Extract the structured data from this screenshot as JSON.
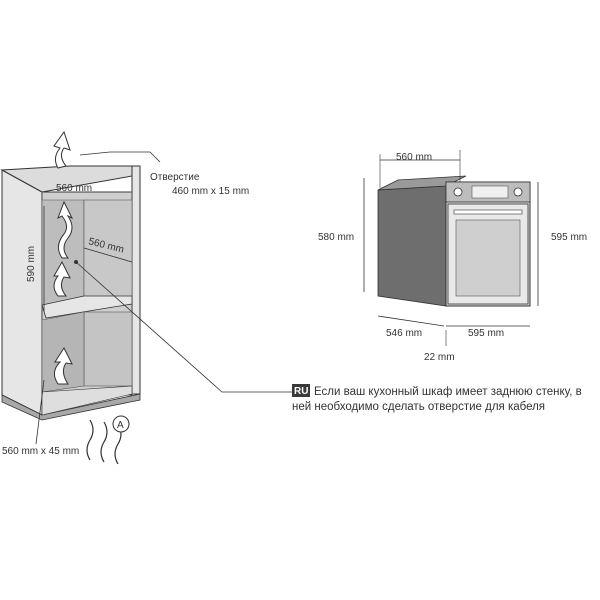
{
  "cabinet": {
    "vent_top_label_line1": "Отверстие",
    "vent_top_label_line2": "460 mm x 15 mm",
    "width_label": "560 mm",
    "depth_label": "560 mm",
    "niche_height_label": "590 mm",
    "vent_bottom_label": "560 mm x 45 mm",
    "callout_letter": "A"
  },
  "oven": {
    "depth_top_label": "560 mm",
    "height_left_label": "580 mm",
    "height_right_label": "595 mm",
    "depth_bottom_label": "546 mm",
    "width_label": "595 mm",
    "door_label": "22 mm"
  },
  "note": {
    "lang_badge": "RU",
    "line1": "Если ваш кухонный шкаф имеет заднюю стенку, в",
    "line2": "ней необходимо сделать отверстие для кабеля"
  },
  "colors": {
    "line": "#333333",
    "cabinet_face": "#e6e6e6",
    "cabinet_inner": "#bdbdbd",
    "oven_body": "#6e6e6e",
    "badge": "#3a3a3a"
  }
}
